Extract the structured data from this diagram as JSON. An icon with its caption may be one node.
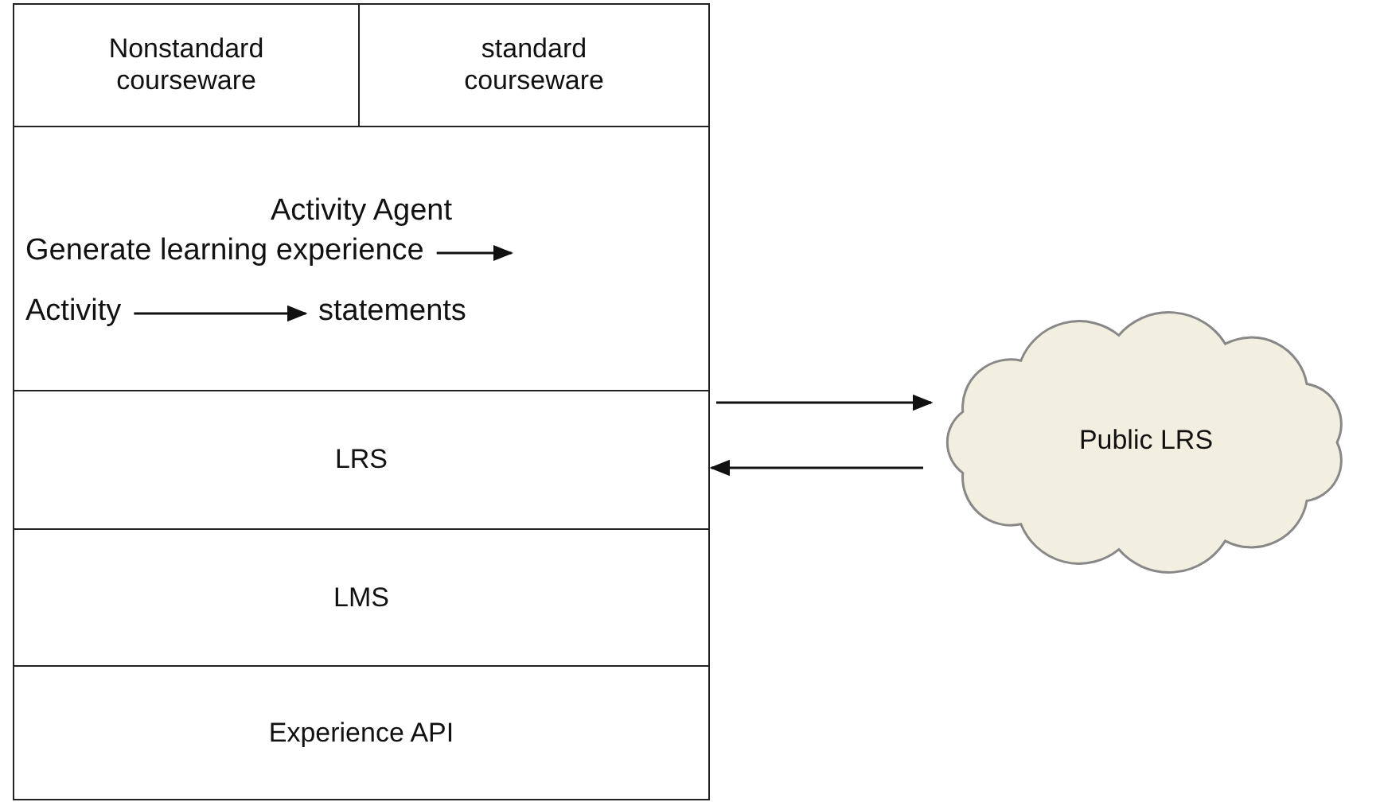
{
  "diagram": {
    "nodes": [
      {
        "text": [
          "Nonstandard courseware"
        ]
      },
      {
        "text": [
          "standard courseware"
        ]
      },
      {
        "text": [
          "Activity Agent"
        ]
      },
      {
        "text": [
          "Generate learning experience"
        ],
        "in": 2
      },
      {
        "text": [
          "Activity"
        ],
        "in": 2
      },
      {
        "text": [
          "statements"
        ],
        "in": 2
      },
      {
        "text": [
          "LRS"
        ]
      },
      {
        "text": [
          "LMS"
        ]
      },
      {
        "text": [
          "Experience API"
        ]
      },
      {
        "text": [
          "Public LRS"
        ]
      }
    ],
    "edges": [
      {
        "from": 3,
        "to": null,
        "arrow": "to"
      },
      {
        "from": 4,
        "to": 5,
        "arrow": "to"
      },
      {
        "from": 6,
        "to": 9,
        "arrow": "to"
      },
      {
        "from": 9,
        "to": 6,
        "arrow": "to"
      }
    ]
  }
}
